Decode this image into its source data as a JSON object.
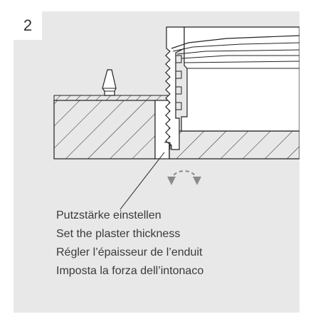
{
  "step_number": "2",
  "captions": [
    "Putzstärke einstellen",
    "Set the plaster thickness",
    "Régler l’épaisseur de l’enduit",
    "Imposta la forza dell’intonaco"
  ],
  "colors": {
    "panel_background": "#e8e8e8",
    "line": "#222222",
    "part_fill": "#ffffff",
    "rotate_arrow": "#8a8a8a"
  },
  "icons": [
    "rotate-arrow-icon"
  ]
}
